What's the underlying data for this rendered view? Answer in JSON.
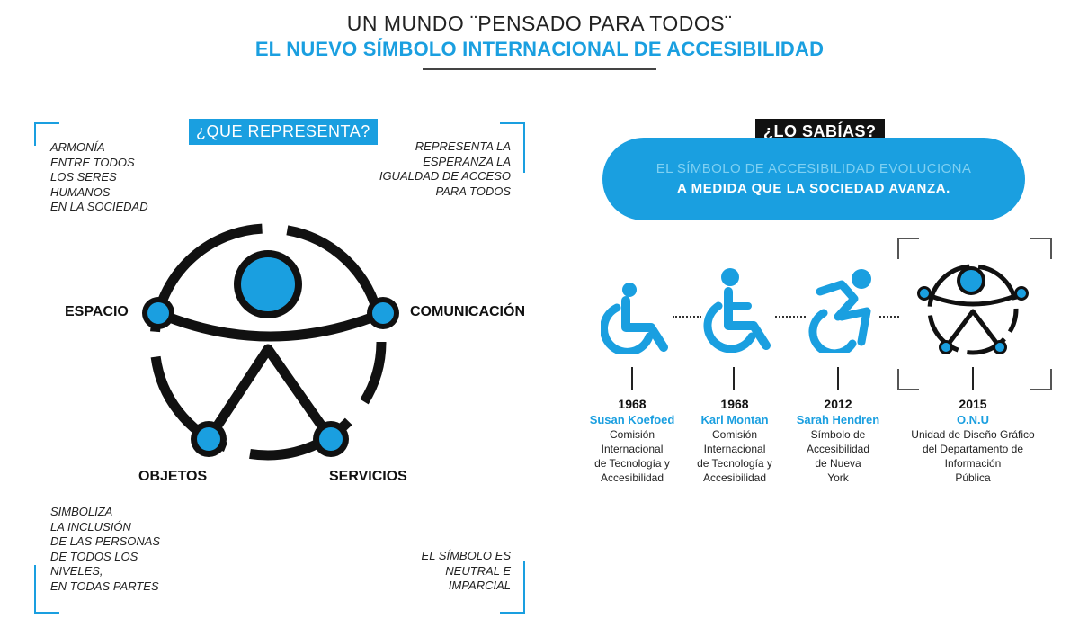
{
  "header": {
    "line1": "UN MUNDO ¨PENSADO PARA TODOS¨",
    "line2": "EL NUEVO SÍMBOLO INTERNACIONAL DE ACCESIBILIDAD"
  },
  "left": {
    "tag": "¿QUE REPRESENTA?",
    "note_top_left": "ARMONÍA\nENTRE TODOS\nLOS SERES\nHUMANOS\nEN LA SOCIEDAD",
    "note_top_right": "REPRESENTA LA\nESPERANZA LA\nIGUALDAD DE ACCESO\nPARA TODOS",
    "note_bottom_left": "SIMBOLIZA\nLA INCLUSIÓN\nDE LAS PERSONAS\nDE TODOS LOS\nNIVELES,\nEN TODAS PARTES",
    "note_bottom_right": "EL SÍMBOLO ES\nNEUTRAL E\nIMPARCIAL",
    "labels": {
      "espacio": "ESPACIO",
      "comunicacion": "COMUNICACIÓN",
      "objetos": "OBJETOS",
      "servicios": "SERVICIOS"
    }
  },
  "right": {
    "tag": "¿LO SABÍAS?",
    "pill_line1": "EL SÍMBOLO DE ACCESIBILIDAD EVOLUCIONA",
    "pill_line2": "A MEDIDA QUE LA SOCIEDAD AVANZA.",
    "timeline": [
      {
        "year": "1968",
        "name": "Susan Koefoed",
        "desc": "Comisión\nInternacional\nde Tecnología y\nAccesibilidad",
        "icon": "wheelchair-classic-icon"
      },
      {
        "year": "1968",
        "name": "Karl Montan",
        "desc": "Comisión\nInternacional\nde Tecnología y\nAccesibilidad",
        "icon": "wheelchair-classic-icon"
      },
      {
        "year": "2012",
        "name": "Sarah Hendren",
        "desc": "Símbolo de\nAccesibilidad\nde Nueva\nYork",
        "icon": "wheelchair-dynamic-icon"
      },
      {
        "year": "2015",
        "name": "O.N.U",
        "desc": "Unidad de Diseño Gráfico\ndel Departamento de\nInformación\nPública",
        "icon": "accessibility-symbol-icon"
      }
    ]
  },
  "colors": {
    "accent": "#1a9fe0",
    "dark": "#111111"
  }
}
